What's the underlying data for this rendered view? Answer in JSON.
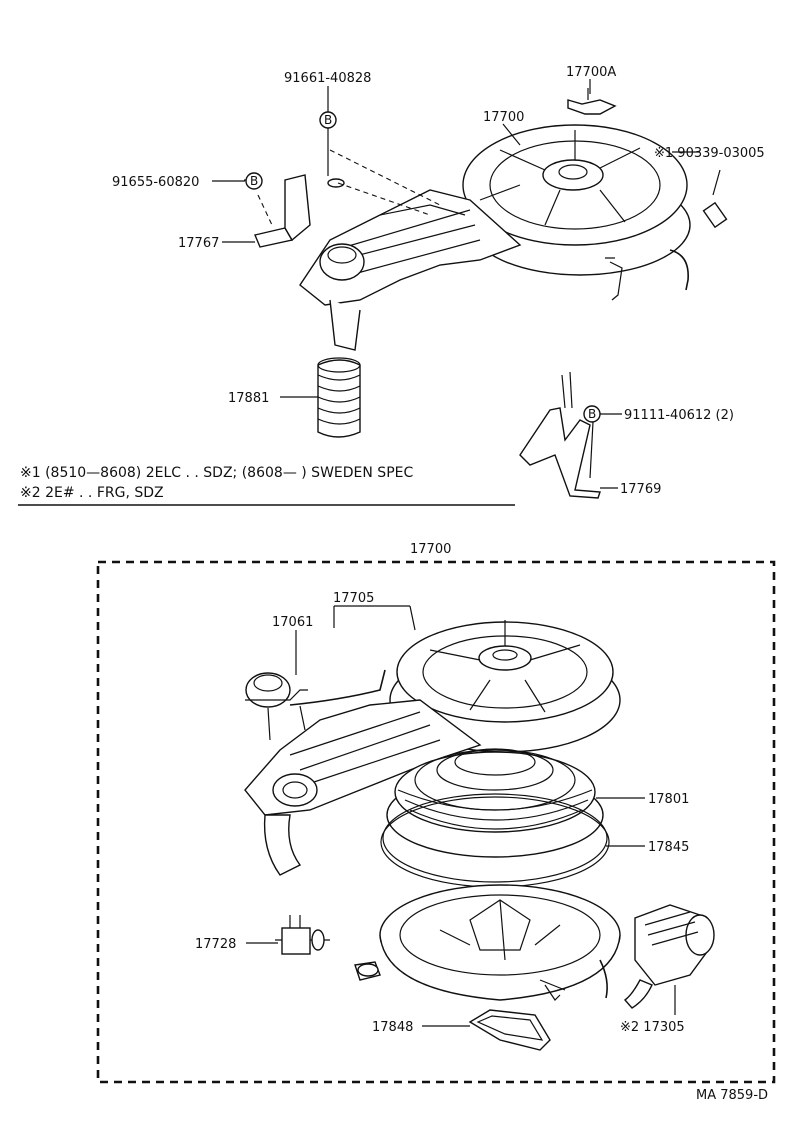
{
  "diagram": {
    "upper": {
      "labels": {
        "p91661": "91661-40828",
        "p17700A": "17700A",
        "p17700": "17700",
        "p90339": "※1 90339-03005",
        "p91655": "91655-60820",
        "p17767": "17767",
        "p17881": "17881",
        "p91111": "91111-40612 (2)",
        "p17769": "17769"
      },
      "bolt_marker": "B",
      "notes": {
        "note1": "※1 (8510—8608) 2ELC . . SDZ; (8608—          ) SWEDEN SPEC",
        "note2": "※2 2E# . . FRG, SDZ"
      }
    },
    "lower": {
      "assembly_label": "17700",
      "labels": {
        "p17705": "17705",
        "p17061": "17061",
        "p17801": "17801",
        "p17845": "17845",
        "p17728": "17728",
        "p17848": "17848",
        "p17305": "※2 17305"
      }
    },
    "catalog_code": "MA  7859-D"
  }
}
